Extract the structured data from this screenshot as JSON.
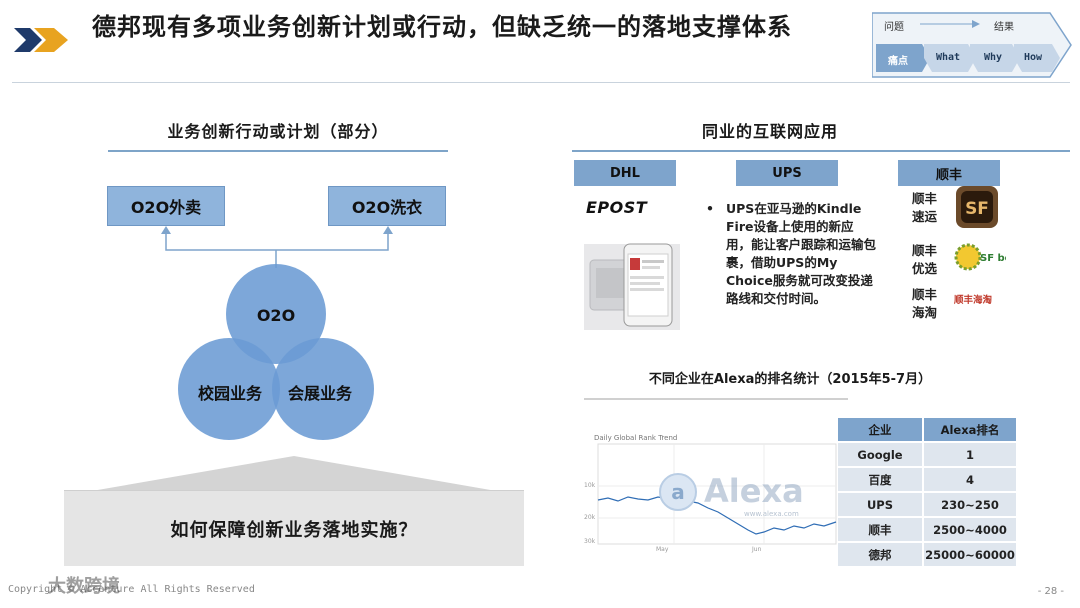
{
  "header": {
    "title": "德邦现有多项业务创新计划或行动，但缺乏统一的落地支撑体系"
  },
  "nav": {
    "left_label": "问题",
    "right_label": "结果",
    "steps": [
      "痛点",
      "What",
      "Why",
      "How"
    ]
  },
  "left": {
    "section_title": "业务创新行动或计划（部分）",
    "box_left": "O2O外卖",
    "box_right": "O2O洗衣",
    "circle_top": "O2O",
    "circle_left": "校园业务",
    "circle_right": "会展业务",
    "question": "如何保障创新业务落地实施？"
  },
  "right": {
    "section_title": "同业的互联网应用",
    "columns": [
      "DHL",
      "UPS",
      "顺丰"
    ],
    "dhl_logo": "EPOST",
    "ups_bullet": "•",
    "ups_text": "UPS在亚马逊的Kindle Fire设备上使用的新应用，能让客户跟踪和运输包裹，借助UPS的My Choice服务就可改变投递路线和交付时间。",
    "sf_items": [
      {
        "label": "顺丰速运",
        "logo": "SF"
      },
      {
        "label": "顺丰优选",
        "logo": "SF best"
      },
      {
        "label": "顺丰海淘",
        "logo": "顺丰海淘"
      }
    ],
    "stat_title": "不同企业在Alexa的排名统计（2015年5-7月）",
    "chart": {
      "title": "Daily Global Rank Trend",
      "watermark": "Alexa",
      "watermark_sub": "www.alexa.com",
      "y_ticks": [
        "10k",
        "20k",
        "30k"
      ],
      "x_ticks": [
        "May",
        "Jun"
      ]
    },
    "table": {
      "headers": [
        "企业",
        "Alexa排名"
      ],
      "rows": [
        [
          "Google",
          "1"
        ],
        [
          "百度",
          "4"
        ],
        [
          "UPS",
          "230~250"
        ],
        [
          "顺丰",
          "2500~4000"
        ],
        [
          "德邦",
          "25000~60000"
        ]
      ]
    }
  },
  "footer": {
    "copyright": "Copyright © Accenture All Rights Reserved",
    "watermark": "大数跨境",
    "page": "- 28 -"
  },
  "colors": {
    "accent_blue": "#7ea4cc",
    "circle_blue": "#6b9bd4",
    "arrow_gold": "#e8a320",
    "arrow_navy": "#1f3a6a"
  }
}
